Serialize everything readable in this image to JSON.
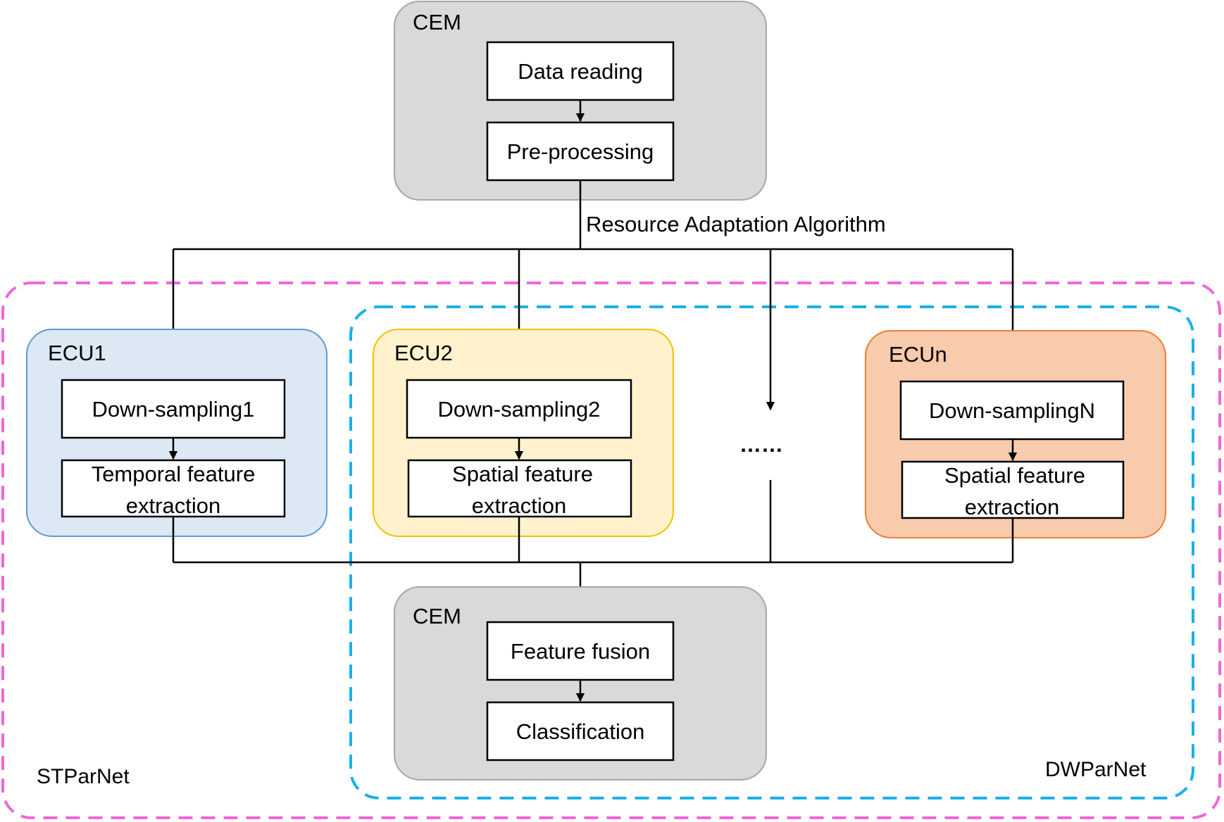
{
  "cem_top": {
    "title": "CEM",
    "steps": [
      "Data reading",
      "Pre-processing"
    ]
  },
  "dispatch_label": "Resource Adaptation Algorithm",
  "ecus": [
    {
      "title": "ECU1",
      "step1": "Down-sampling1",
      "step2_line1": "Temporal feature",
      "step2_line2": "extraction",
      "fill": "#dde8f5",
      "stroke": "#5b9bd5"
    },
    {
      "title": "ECU2",
      "step1": "Down-sampling2",
      "step2_line1": "Spatial feature",
      "step2_line2": "extraction",
      "fill": "#fff2cc",
      "stroke": "#f4c000"
    },
    {
      "title": "ECUn",
      "step1": "Down-samplingN",
      "step2_line1": "Spatial feature",
      "step2_line2": "extraction",
      "fill": "#f8cbad",
      "stroke": "#ed7d31"
    }
  ],
  "ellipsis": "……",
  "cem_bottom": {
    "title": "CEM",
    "steps": [
      "Feature fusion",
      "Classification"
    ]
  },
  "networks": {
    "stparnet": {
      "label": "STParNet",
      "color": "#f266d8"
    },
    "dwparnet": {
      "label": "DWParNet",
      "color": "#1ab0e8"
    }
  },
  "colors": {
    "cem_fill": "#d9d9d9",
    "cem_stroke": "#a6a6a6"
  }
}
